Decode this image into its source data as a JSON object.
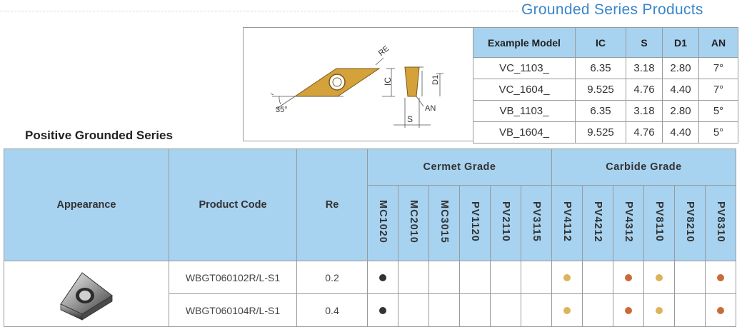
{
  "header": {
    "title": "Grounded Series Products"
  },
  "diagram": {
    "labels": {
      "re": "RE",
      "ic": "IC",
      "angle": "35°",
      "d1": "D1",
      "s": "S",
      "an": "AN"
    }
  },
  "example_table": {
    "headers": [
      "Example Model",
      "IC",
      "S",
      "D1",
      "AN"
    ],
    "rows": [
      [
        "VC_1103_",
        "6.35",
        "3.18",
        "2.80",
        "7°"
      ],
      [
        "VC_1604_",
        "9.525",
        "4.76",
        "4.40",
        "7°"
      ],
      [
        "VB_1103_",
        "6.35",
        "3.18",
        "2.80",
        "5°"
      ],
      [
        "VB_1604_",
        "9.525",
        "4.76",
        "4.40",
        "5°"
      ]
    ]
  },
  "section": {
    "title": "Positive Grounded Series"
  },
  "main_table": {
    "headers": {
      "appearance": "Appearance",
      "product_code": "Product Code",
      "re": "Re",
      "cermet": "Cermet Grade",
      "carbide": "Carbide Grade"
    },
    "cermet_grades": [
      "MC1020",
      "MC2010",
      "MC3015",
      "PV1120",
      "PV2110",
      "PV3115"
    ],
    "carbide_grades": [
      "PV4112",
      "PV4212",
      "PV4312",
      "PV8110",
      "PV8210",
      "PV8310"
    ],
    "rows": [
      {
        "code": "WBGT060102R/L-S1",
        "re": "0.2",
        "marks": [
          "black",
          "",
          "",
          "",
          "",
          "",
          "gold",
          "",
          "copper",
          "gold",
          "",
          "copper"
        ]
      },
      {
        "code": "WBGT060104R/L-S1",
        "re": "0.4",
        "marks": [
          "black",
          "",
          "",
          "",
          "",
          "",
          "gold",
          "",
          "copper",
          "gold",
          "",
          "copper"
        ]
      }
    ]
  },
  "colors": {
    "black": "#333333",
    "gold": "#dbb45c",
    "copper": "#c96b38",
    "header_bg": "#a7d2f0",
    "title_blue": "#3a86c8",
    "insert_gold": "#d4a13a"
  }
}
